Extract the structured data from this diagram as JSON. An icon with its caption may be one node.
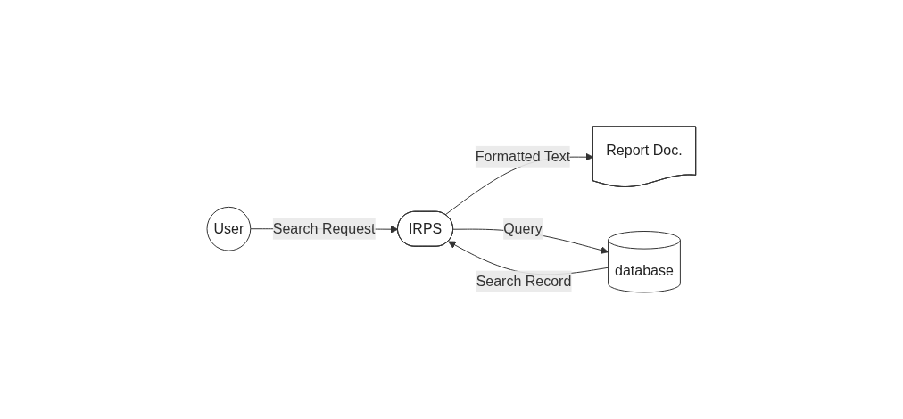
{
  "diagram": {
    "nodes": [
      {
        "text": [
          "User"
        ]
      },
      {
        "text": [
          "IRPS"
        ]
      },
      {
        "text": [
          "Report Doc."
        ]
      },
      {
        "text": [
          "database"
        ]
      }
    ],
    "edges": [
      {
        "from": 0,
        "to": 1,
        "arrow": "to",
        "label": "Search Request"
      },
      {
        "from": 1,
        "to": 2,
        "arrow": "to",
        "label": "Formatted Text"
      },
      {
        "from": 3,
        "to": 1,
        "arrow": "to",
        "label": "Search Record"
      },
      {
        "from": 1,
        "to": 3,
        "arrow": "to",
        "label": "Query"
      }
    ]
  }
}
